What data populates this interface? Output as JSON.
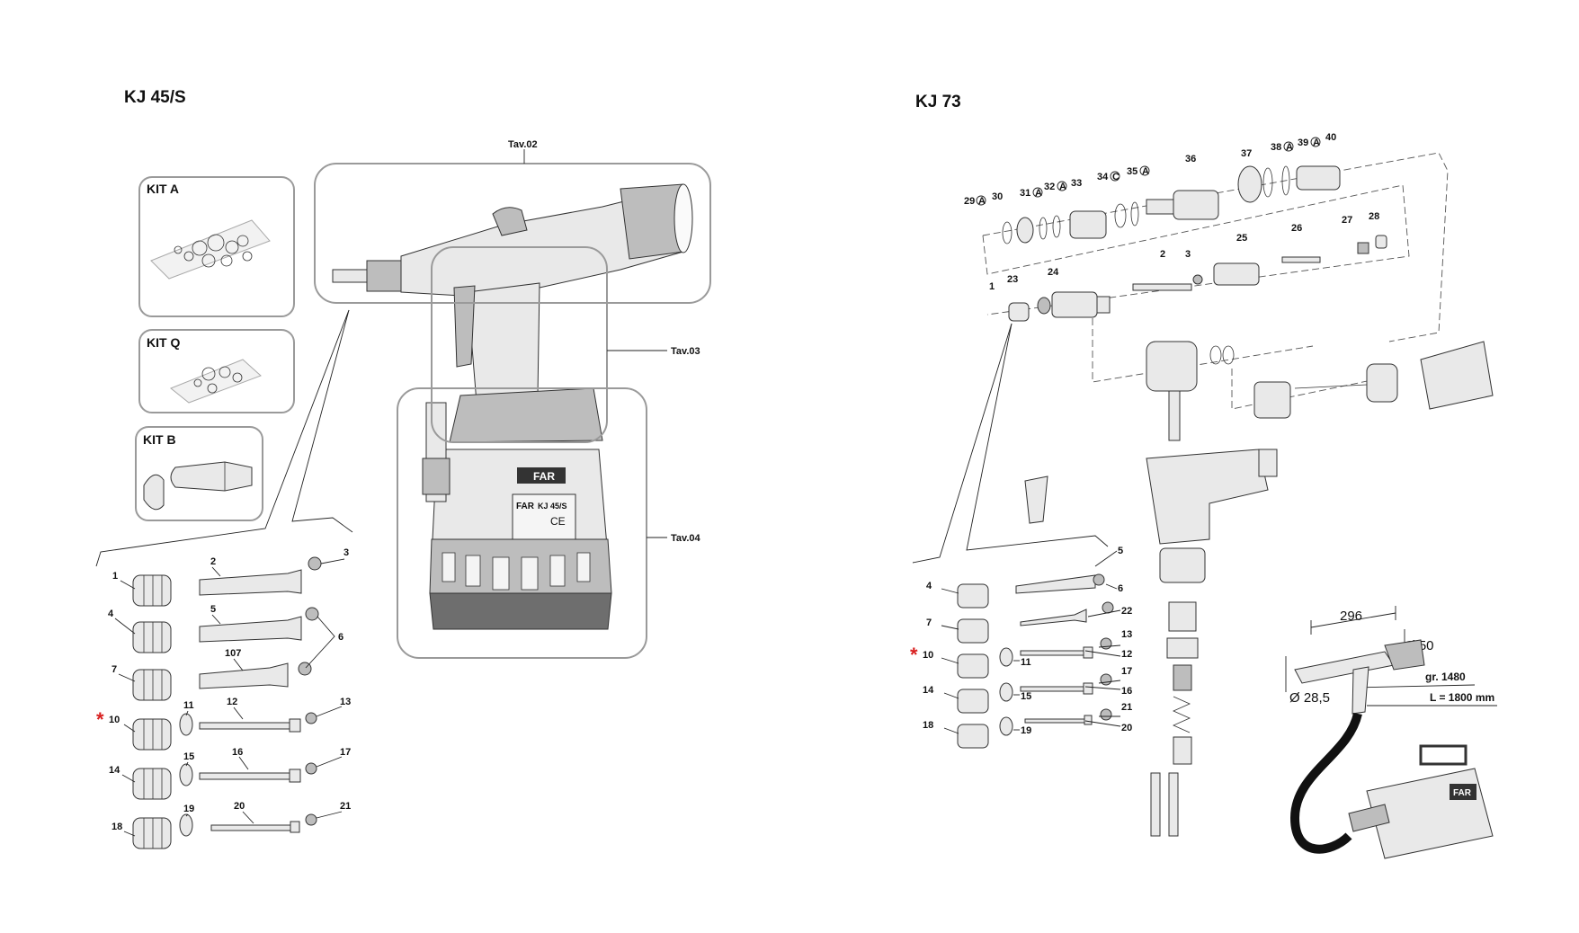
{
  "left_model": {
    "title": "KJ 45/S",
    "kits": [
      {
        "label": "KIT A"
      },
      {
        "label": "KIT Q"
      },
      {
        "label": "KIT B"
      }
    ],
    "tables": {
      "tav02": "Tav.02",
      "tav03": "Tav.03",
      "tav04": "Tav.04"
    },
    "tool_markings": {
      "brand": "FAR",
      "model": "KJ 45/S",
      "ce": "CE"
    },
    "parts": {
      "p1": "1",
      "p2": "2",
      "p3": "3",
      "p4": "4",
      "p5": "5",
      "p6": "6",
      "p7": "7",
      "p10": "10",
      "p11": "11",
      "p12": "12",
      "p13": "13",
      "p14": "14",
      "p15": "15",
      "p16": "16",
      "p17": "17",
      "p18": "18",
      "p19": "19",
      "p20": "20",
      "p21": "21",
      "p107": "107"
    }
  },
  "right_model": {
    "title": "KJ 73",
    "parts": {
      "p1": "1",
      "p2": "2",
      "p3": "3",
      "p4": "4",
      "p5": "5",
      "p6": "6",
      "p7": "7",
      "p10": "10",
      "p11": "11",
      "p12": "12",
      "p13": "13",
      "p14": "14",
      "p15": "15",
      "p16": "16",
      "p17": "17",
      "p18": "18",
      "p19": "19",
      "p20": "20",
      "p21": "21",
      "p22": "22",
      "p23": "23",
      "p24": "24",
      "p25": "25",
      "p26": "26",
      "p27": "27",
      "p28": "28",
      "p29": "29",
      "p30": "30",
      "p31": "31",
      "p32": "32",
      "p33": "33",
      "p34": "34",
      "p35": "35",
      "p36": "36",
      "p37": "37",
      "p38": "38",
      "p39": "39",
      "p40": "40"
    },
    "seal_letters": {
      "a": "A",
      "c": "C"
    },
    "dimensions": {
      "length": "296",
      "diameter_large": "Ø 50",
      "diameter_small": "Ø 28,5",
      "weight": "gr. 1480",
      "hose_length": "L = 1800 mm"
    },
    "unit_brand": "FAR"
  },
  "marker_symbol": "*",
  "colors": {
    "marker": "#d82020",
    "box_stroke": "#9a9a9a",
    "ink": "#111111"
  }
}
